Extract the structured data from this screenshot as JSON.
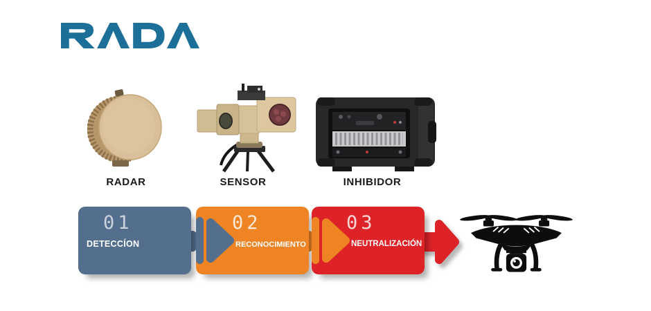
{
  "page": {
    "background": "#ffffff"
  },
  "logo": {
    "text": "RADA",
    "color": "#1b6f99"
  },
  "products": [
    {
      "id": "radar",
      "label": "RADAR",
      "icon": "radar-dish-icon"
    },
    {
      "id": "sensor",
      "label": "SENSOR",
      "icon": "eo-ir-camera-icon"
    },
    {
      "id": "inhibidor",
      "label": "INHIBIDOR",
      "icon": "jammer-rack-case-icon"
    }
  ],
  "process": {
    "steps": [
      {
        "number": "01",
        "label": "DETECCÍON",
        "color": "#546f8e"
      },
      {
        "number": "02",
        "label": "RECONOCIMIENTO",
        "color": "#ee8424"
      },
      {
        "number": "03",
        "label": "NEUTRALIZACIÓN",
        "color": "#dd2327"
      }
    ],
    "end_arrow_color": "#dd2327",
    "target_icon": "drone-icon"
  },
  "colors": {
    "logo_teal": "#1b6f99",
    "step1_blue": "#546f8e",
    "step2_orange": "#ee8424",
    "step3_red": "#dd2327",
    "label_black": "#1a1a1a",
    "step_number_text": "rgba(255,255,255,0.82)",
    "step_label_text": "#ffffff"
  }
}
